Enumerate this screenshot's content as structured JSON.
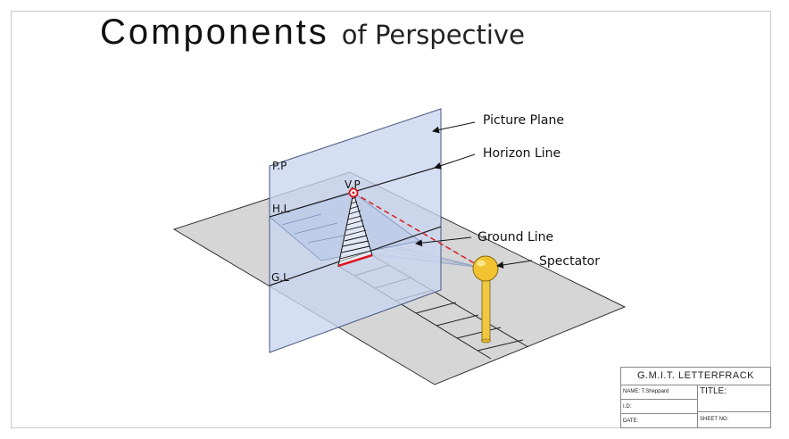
{
  "title": {
    "main": "Components",
    "sub": "of Perspective"
  },
  "labels": {
    "picture_plane": "Picture Plane",
    "horizon_line": "Horizon Line",
    "ground_line": "Ground Line",
    "spectator": "Spectator",
    "pp": "P.P",
    "hl": "H.L",
    "gl": "G.L",
    "vp": "V.P"
  },
  "title_block": {
    "school": "G.M.I.T. LETTERFRACK",
    "name": "NAME: T.Sheppard",
    "id": "I.D:",
    "date": "DATE:",
    "title": "TITLE:",
    "sheet_no": "SHEET NO:"
  },
  "colors": {
    "picture_plane_fill": "#c9d6f1",
    "ground_fill": "#d6d6d6",
    "vp_marker": "#e0141e",
    "sight_line": "#d9252a",
    "spectator_ball": "#f2c230",
    "spectator_pole": "#f0c842"
  }
}
